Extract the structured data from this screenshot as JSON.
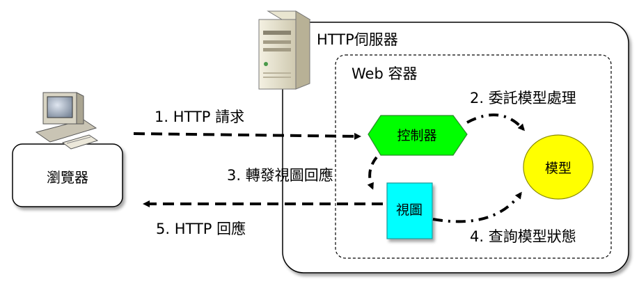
{
  "server": {
    "title": "HTTP伺服器"
  },
  "container": {
    "title": "Web 容器"
  },
  "browser": {
    "label": "瀏覽器"
  },
  "controller": {
    "label": "控制器",
    "color": "#00ff00"
  },
  "view": {
    "label": "視圖",
    "color": "#00ffff"
  },
  "model": {
    "label": "模型",
    "color": "#ffff00"
  },
  "steps": {
    "request": "1. HTTP 請求",
    "delegate": "2. 委託模型處理",
    "forward": "3. 轉發視圖回應",
    "query": "4. 查詢模型狀態",
    "response": "5. HTTP 回應"
  }
}
